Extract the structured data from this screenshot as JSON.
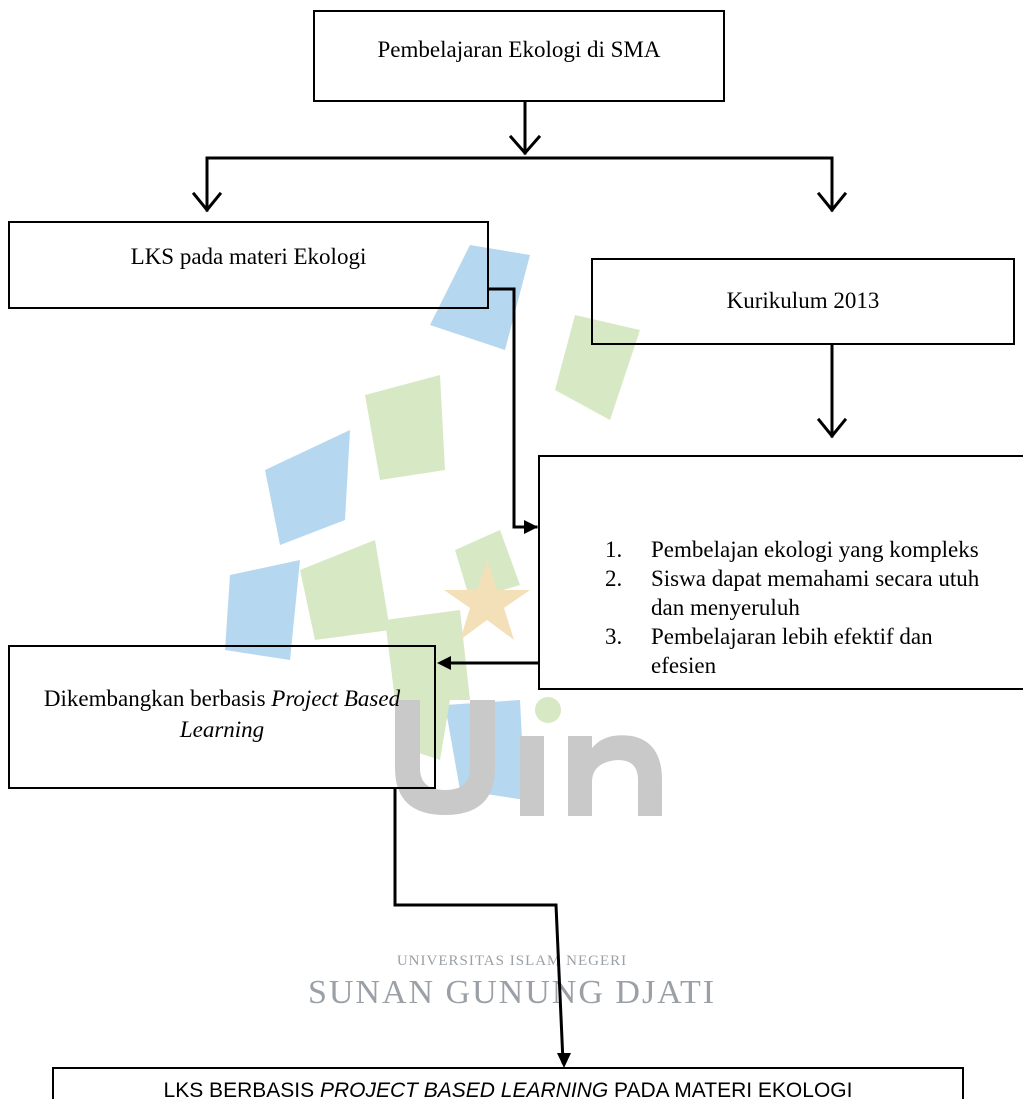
{
  "diagram": {
    "root": {
      "label": "Pembelajaran Ekologi di SMA"
    },
    "lks_box": {
      "label": "LKS pada materi Ekologi"
    },
    "kurikulum_box": {
      "label": "Kurikulum 2013"
    },
    "points": [
      {
        "num": "1.",
        "text": "Pembelajan ekologi yang kompleks"
      },
      {
        "num": "2.",
        "text": "Siswa dapat memahami secara utuh dan menyeruluh"
      },
      {
        "num": "3.",
        "text": "Pembelajaran lebih efektif dan efesien"
      }
    ],
    "develop_box": {
      "label_plain": "Dikembangkan berbasis ",
      "label_italic": "Project Based Learning"
    },
    "result_box": {
      "label_part1": "LKS BERBASIS ",
      "label_italic": "PROJECT BASED LEARNING",
      "label_part2": " PADA MATERI EKOLOGI"
    }
  },
  "watermark": {
    "line1": "UNIVERSITAS ISLAM NEGERI",
    "line2": "SUNAN GUNUNG DJATI",
    "colors": {
      "blue": "#b5d7ef",
      "green": "#d7e8c4",
      "star": "#f3e0b8",
      "text": "#9aa0a6"
    }
  }
}
